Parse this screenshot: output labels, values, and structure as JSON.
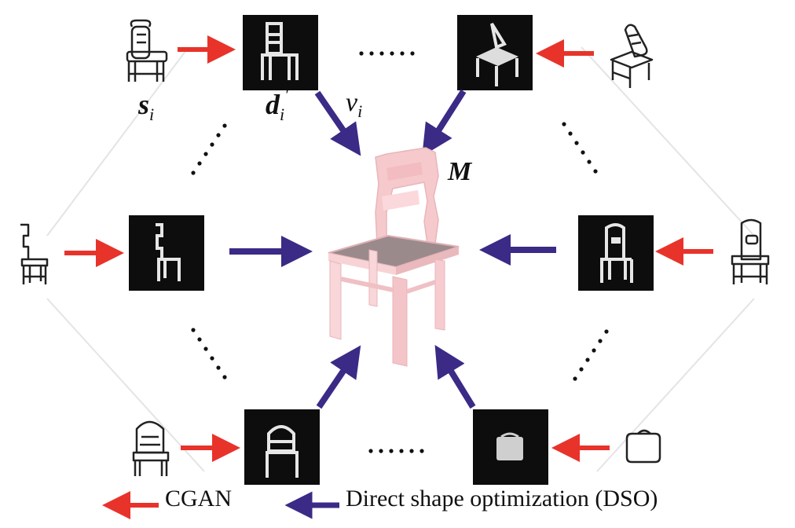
{
  "labels": {
    "sketch": "s",
    "sketch_sub": "i",
    "depth": "d",
    "depth_sub": "i",
    "depth_prime": "′",
    "view": "v",
    "view_sub": "i",
    "model": "M"
  },
  "ellipsis": "......",
  "legend": {
    "cgan": "CGAN",
    "dso": "Direct shape optimization (DSO)"
  },
  "colors": {
    "cgan_arrow": "#e8332b",
    "dso_arrow": "#3b2a86",
    "model_fill": "#f5c8cc",
    "panel_bg": "#0d0d0d"
  }
}
